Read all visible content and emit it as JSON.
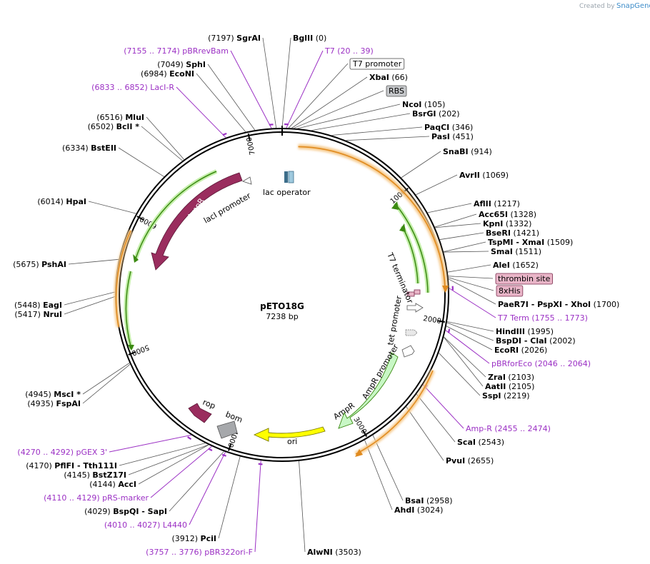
{
  "credit": {
    "created_by": "Created by",
    "brand": "SnapGene"
  },
  "plasmid": {
    "name": "pETO18G",
    "length": "7238 bp"
  },
  "ticks": [
    {
      "label": "1000",
      "pos": 1000
    },
    {
      "label": "2000",
      "pos": 2000
    },
    {
      "label": "3000",
      "pos": 3000
    },
    {
      "label": "4000",
      "pos": 4000
    },
    {
      "label": "5000",
      "pos": 5000
    },
    {
      "label": "6000",
      "pos": 6000
    },
    {
      "label": "7000",
      "pos": 7000
    }
  ],
  "sites": [
    {
      "name": "SgrAI",
      "pos": "(7197)",
      "type": "enzyme"
    },
    {
      "name": "BglII",
      "pos": "(0)",
      "type": "enzyme"
    },
    {
      "name": "pBRrevBam",
      "pos": "(7155 .. 7174)",
      "type": "primer"
    },
    {
      "name": "T7",
      "pos": "(20 .. 39)",
      "type": "primer"
    },
    {
      "name": "T7 promoter",
      "type": "boxed"
    },
    {
      "name": "SphI",
      "pos": "(7049)",
      "type": "enzyme"
    },
    {
      "name": "EcoNI",
      "pos": "(6984)",
      "type": "enzyme"
    },
    {
      "name": "XbaI",
      "pos": "(66)",
      "type": "enzyme"
    },
    {
      "name": "RBS",
      "type": "boxed-gray"
    },
    {
      "name": "LacI-R",
      "pos": "(6833 .. 6852)",
      "type": "primer"
    },
    {
      "name": "NcoI",
      "pos": "(105)",
      "type": "enzyme"
    },
    {
      "name": "BsrGI",
      "pos": "(202)",
      "type": "enzyme"
    },
    {
      "name": "MluI",
      "pos": "(6516)",
      "type": "enzyme"
    },
    {
      "name": "PaqCI",
      "pos": "(346)",
      "type": "enzyme"
    },
    {
      "name": "BclI *",
      "pos": "(6502)",
      "type": "enzyme"
    },
    {
      "name": "PasI",
      "pos": "(451)",
      "type": "enzyme"
    },
    {
      "name": "BstEII",
      "pos": "(6334)",
      "type": "enzyme"
    },
    {
      "name": "SnaBI",
      "pos": "(914)",
      "type": "enzyme"
    },
    {
      "name": "AvrII",
      "pos": "(1069)",
      "type": "enzyme"
    },
    {
      "name": "HpaI",
      "pos": "(6014)",
      "type": "enzyme"
    },
    {
      "name": "AflII",
      "pos": "(1217)",
      "type": "enzyme"
    },
    {
      "name": "Acc65I",
      "pos": "(1328)",
      "type": "enzyme"
    },
    {
      "name": "KpnI",
      "pos": "(1332)",
      "type": "enzyme"
    },
    {
      "name": "BseRI",
      "pos": "(1421)",
      "type": "enzyme"
    },
    {
      "name": "TspMI - XmaI",
      "pos": "(1509)",
      "type": "enzyme"
    },
    {
      "name": "SmaI",
      "pos": "(1511)",
      "type": "enzyme"
    },
    {
      "name": "PshAI",
      "pos": "(5675)",
      "type": "enzyme"
    },
    {
      "name": "AleI",
      "pos": "(1652)",
      "type": "enzyme"
    },
    {
      "name": "thrombin site",
      "type": "boxed-pink"
    },
    {
      "name": "8xHis",
      "type": "boxed-pink"
    },
    {
      "name": "PaeR7I - PspXI - XhoI",
      "pos": "(1700)",
      "type": "enzyme"
    },
    {
      "name": "EagI",
      "pos": "(5448)",
      "type": "enzyme"
    },
    {
      "name": "NruI",
      "pos": "(5417)",
      "type": "enzyme"
    },
    {
      "name": "T7 Term",
      "pos": "(1755 .. 1773)",
      "type": "primer"
    },
    {
      "name": "HindIII",
      "pos": "(1995)",
      "type": "enzyme"
    },
    {
      "name": "BspDI - ClaI",
      "pos": "(2002)",
      "type": "enzyme"
    },
    {
      "name": "EcoRI",
      "pos": "(2026)",
      "type": "enzyme"
    },
    {
      "name": "pBRforEco",
      "pos": "(2046 .. 2064)",
      "type": "primer"
    },
    {
      "name": "ZraI",
      "pos": "(2103)",
      "type": "enzyme"
    },
    {
      "name": "AatII",
      "pos": "(2105)",
      "type": "enzyme"
    },
    {
      "name": "SspI",
      "pos": "(2219)",
      "type": "enzyme"
    },
    {
      "name": "MscI *",
      "pos": "(4945)",
      "type": "enzyme"
    },
    {
      "name": "FspAI",
      "pos": "(4935)",
      "type": "enzyme"
    },
    {
      "name": "Amp-R",
      "pos": "(2455 .. 2474)",
      "type": "primer"
    },
    {
      "name": "ScaI",
      "pos": "(2543)",
      "type": "enzyme"
    },
    {
      "name": "pGEX 3'",
      "pos": "(4270 .. 4292)",
      "type": "primer"
    },
    {
      "name": "PvuI",
      "pos": "(2655)",
      "type": "enzyme"
    },
    {
      "name": "PflFI - Tth111I",
      "pos": "(4170)",
      "type": "enzyme"
    },
    {
      "name": "BstZ17I",
      "pos": "(4145)",
      "type": "enzyme"
    },
    {
      "name": "AccI",
      "pos": "(4144)",
      "type": "enzyme"
    },
    {
      "name": "pRS-marker",
      "pos": "(4110 .. 4129)",
      "type": "primer"
    },
    {
      "name": "BsaI",
      "pos": "(2958)",
      "type": "enzyme"
    },
    {
      "name": "AhdI",
      "pos": "(3024)",
      "type": "enzyme"
    },
    {
      "name": "BspQI - SapI",
      "pos": "(4029)",
      "type": "enzyme"
    },
    {
      "name": "L4440",
      "pos": "(4010 .. 4027)",
      "type": "primer"
    },
    {
      "name": "PciI",
      "pos": "(3912)",
      "type": "enzyme"
    },
    {
      "name": "pBR322ori-F",
      "pos": "(3757 .. 3776)",
      "type": "primer"
    },
    {
      "name": "AlwNI",
      "pos": "(3503)",
      "type": "enzyme"
    }
  ],
  "features": [
    {
      "name": "lac operator"
    },
    {
      "name": "lacI promoter"
    },
    {
      "name": "lacI"
    },
    {
      "name": "T7 terminator"
    },
    {
      "name": "tet promoter"
    },
    {
      "name": "AmpR promoter"
    },
    {
      "name": "AmpR"
    },
    {
      "name": "rop"
    },
    {
      "name": "bom"
    },
    {
      "name": "ori"
    }
  ],
  "colors": {
    "enzyme": "#000000",
    "primer": "#9b30c4",
    "lacI": "#9a2d5e",
    "ampR": "#c8f7c5",
    "ori": "#ffff00",
    "bom": "#a6a8ab",
    "orf": "#f7a53b",
    "orf_line": "#3b8a12",
    "green_orf": "#7ccd3b"
  }
}
